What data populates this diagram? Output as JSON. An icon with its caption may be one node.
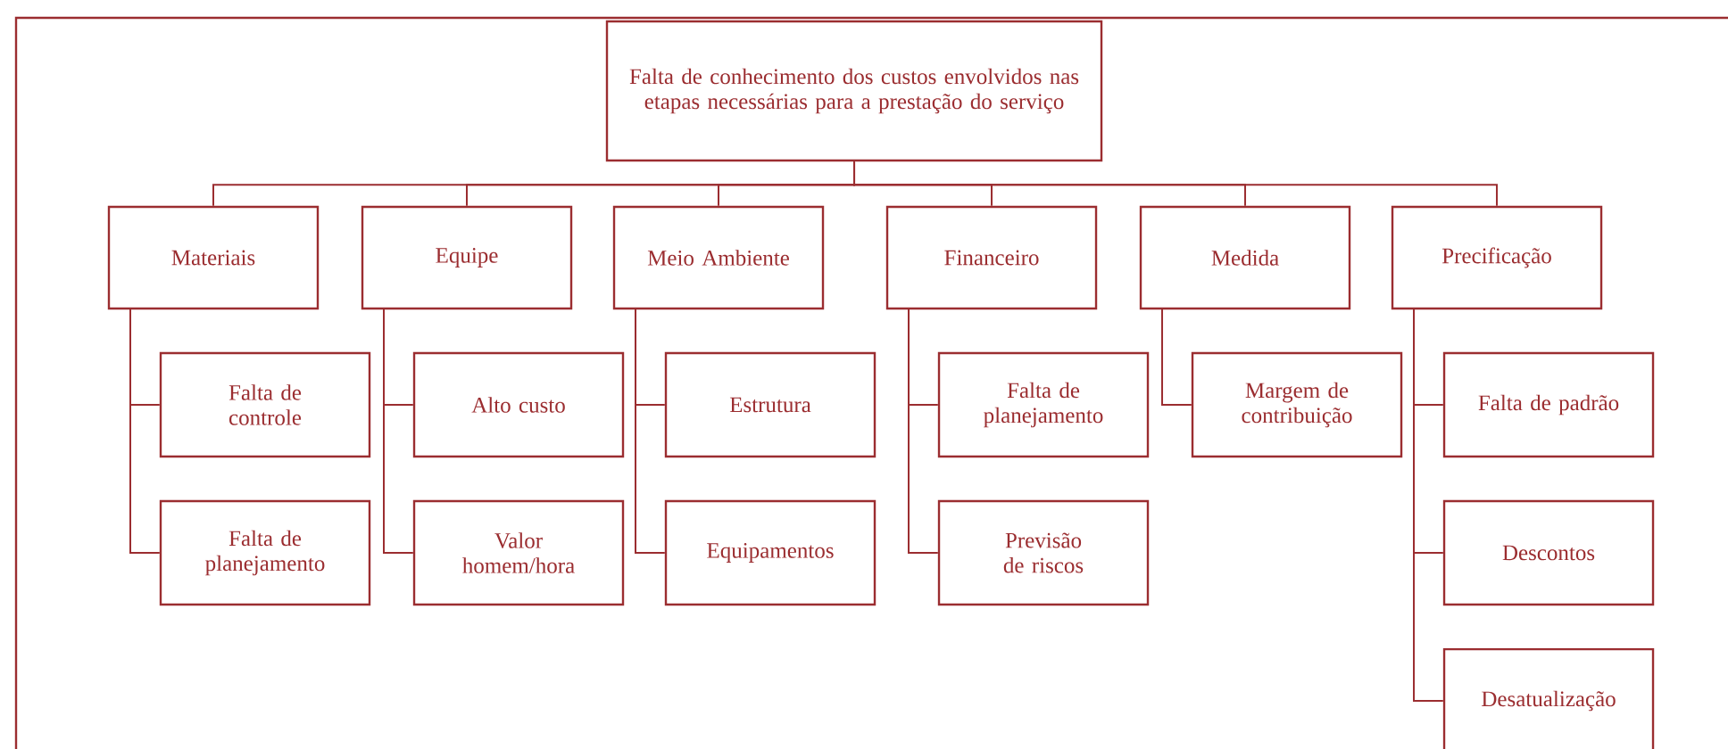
{
  "diagram": {
    "nodes": [
      {
        "text": [
          "Falta de conhecimento dos custos envolvidos nas etapas necessárias para a prestação do serviço"
        ]
      },
      {
        "text": [
          "Materiais"
        ]
      },
      {
        "text": [
          "Falta de controle"
        ]
      },
      {
        "text": [
          "Falta de planejamento"
        ]
      },
      {
        "text": [
          "Equipe"
        ]
      },
      {
        "text": [
          "Alto custo"
        ]
      },
      {
        "text": [
          "Valor homem/hora"
        ]
      },
      {
        "text": [
          "Meio Ambiente"
        ]
      },
      {
        "text": [
          "Estrutura"
        ]
      },
      {
        "text": [
          "Equipamentos"
        ]
      },
      {
        "text": [
          "Financeiro"
        ]
      },
      {
        "text": [
          "Falta de planejamento"
        ]
      },
      {
        "text": [
          "Previsão de riscos"
        ]
      },
      {
        "text": [
          "Medida"
        ]
      },
      {
        "text": [
          "Margem de contribuição"
        ]
      },
      {
        "text": [
          "Precificação"
        ]
      },
      {
        "text": [
          "Falta de padrão"
        ]
      },
      {
        "text": [
          "Descontos"
        ]
      },
      {
        "text": [
          "Desatualização"
        ]
      }
    ],
    "edges": [
      {
        "from": 0,
        "to": 1,
        "arrow": "none"
      },
      {
        "from": 0,
        "to": 4,
        "arrow": "none"
      },
      {
        "from": 0,
        "to": 7,
        "arrow": "none"
      },
      {
        "from": 0,
        "to": 10,
        "arrow": "none"
      },
      {
        "from": 0,
        "to": 13,
        "arrow": "none"
      },
      {
        "from": 0,
        "to": 15,
        "arrow": "none"
      },
      {
        "from": 1,
        "to": 2,
        "arrow": "none"
      },
      {
        "from": 1,
        "to": 3,
        "arrow": "none"
      },
      {
        "from": 4,
        "to": 5,
        "arrow": "none"
      },
      {
        "from": 4,
        "to": 6,
        "arrow": "none"
      },
      {
        "from": 7,
        "to": 8,
        "arrow": "none"
      },
      {
        "from": 7,
        "to": 9,
        "arrow": "none"
      },
      {
        "from": 10,
        "to": 11,
        "arrow": "none"
      },
      {
        "from": 10,
        "to": 12,
        "arrow": "none"
      },
      {
        "from": 13,
        "to": 14,
        "arrow": "none"
      },
      {
        "from": 15,
        "to": 16,
        "arrow": "none"
      },
      {
        "from": 15,
        "to": 17,
        "arrow": "none"
      },
      {
        "from": 15,
        "to": 18,
        "arrow": "none"
      }
    ]
  }
}
